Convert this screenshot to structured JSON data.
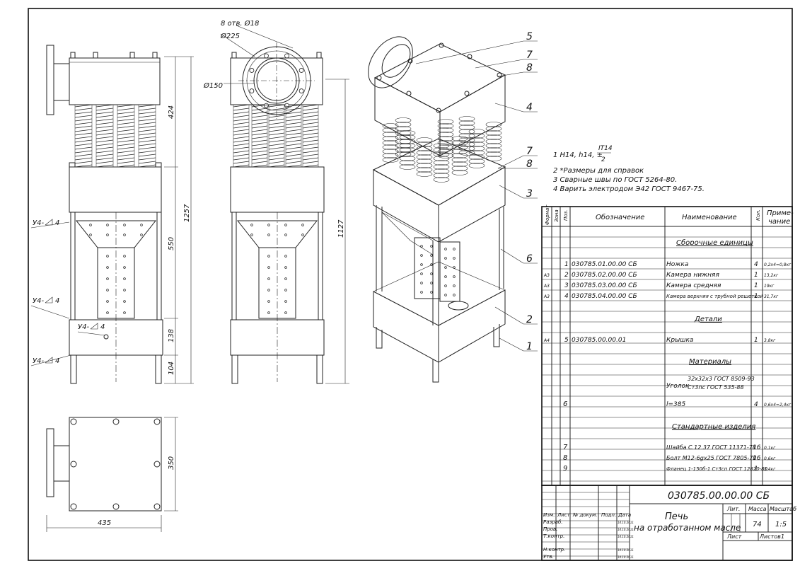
{
  "dimensions": {
    "d_holes": "8 отв. Ø18",
    "d_225": "Ø225",
    "d_150": "Ø150",
    "h_424": "424",
    "h_1257": "1257",
    "h_550": "550",
    "h_138": "138",
    "h_104": "104",
    "h_1127": "1127",
    "w_350": "350",
    "w_435": "435"
  },
  "welds": {
    "w1": "У4-",
    "w2": "У4-",
    "w3": "У4-",
    "w4": "У4-",
    "n1": "4",
    "n2": "4",
    "n3": "4",
    "n4": "4"
  },
  "callouts": [
    "5",
    "7",
    "8",
    "4",
    "7",
    "8",
    "3",
    "6",
    "2",
    "1"
  ],
  "notes": {
    "n1a": "1 H14, h14, ±",
    "n1frac_top": "IT14",
    "n1frac_bot": "2",
    "n2": "2 *Размеры для справок",
    "n3": "3 Сварные швы по ГОСТ 5264-80.",
    "n4": "4 Варить электродом Э42 ГОСТ 9467-75."
  },
  "spec_header": {
    "format": "Формат",
    "zone": "Зона",
    "pos": "Поз.",
    "designation": "Обозначение",
    "name": "Наименование",
    "qty": "Кол.",
    "note1": "Приме-",
    "note2": "чание"
  },
  "spec_sections": {
    "assemblies": "Сборочные единицы",
    "details": "Детали",
    "materials": "Материалы",
    "standard": "Стандартные изделия"
  },
  "spec_rows": [
    {
      "fmt": "",
      "pos": "1",
      "des": "030785.01.00.00 СБ",
      "name": "Ножка",
      "qty": "4",
      "note": "0,2х4=0,8кг"
    },
    {
      "fmt": "А3",
      "pos": "2",
      "des": "030785.02.00.00 СБ",
      "name": "Камера нижняя",
      "qty": "1",
      "note": "13,2кг"
    },
    {
      "fmt": "А3",
      "pos": "3",
      "des": "030785.03.00.00 СБ",
      "name": "Камера средняя",
      "qty": "1",
      "note": "19кг"
    },
    {
      "fmt": "А3",
      "pos": "4",
      "des": "030785.04.00.00 СБ",
      "name": "Камера верхняя с трубной решеткой",
      "qty": "1",
      "note": "31,7кг"
    },
    {
      "fmt": "А4",
      "pos": "5",
      "des": "030785.00.00.01",
      "name": "Крышка",
      "qty": "1",
      "note": "3,8кг"
    }
  ],
  "material": {
    "label": "Уголок",
    "line1": "32х32х3 ГОСТ 8509-93",
    "line2": "Ст3пс ГОСТ 535-88",
    "pos": "6",
    "name": "l=385",
    "qty": "4",
    "note": "0,6х4=2,4кг"
  },
  "standard_rows": [
    {
      "pos": "7",
      "name": "Шайба С.12.37 ГОСТ 11371-78",
      "qty": "16",
      "note": "0,1кг"
    },
    {
      "pos": "8",
      "name": "Болт М12-6gх25 ГОСТ 7805-70",
      "qty": "16",
      "note": "0,6кг"
    },
    {
      "pos": "9",
      "name": "Фланец 1-150б-1 Ст3сп ГОСТ 12820-80",
      "qty": "1",
      "note": "3,4кг"
    }
  ],
  "title_block": {
    "doc_number": "030785.00.00.00 СБ",
    "title1": "Печь",
    "title2": "на отработанном масле",
    "lit": "Лит.",
    "mass": "Масса",
    "scale": "Масштаб",
    "mass_val": "74",
    "scale_val": "1:5",
    "sheet": "Лист",
    "sheets": "Листов",
    "sheets_val": "1",
    "izm": "Изм.",
    "list": "Лист",
    "ndoc": "№ докум.",
    "podp": "Подп.",
    "date": "Дата",
    "razrab": "Разраб.",
    "prov": "Пров.",
    "tkontr": "Т.контр.",
    "nkontr": "Н.контр.",
    "utv": "Утв.",
    "d1": "14.10.2011",
    "d2": "14.10.2011",
    "d3": "14.10.2011",
    "d4": "14.10.2011",
    "d5": "14.10.2011"
  }
}
